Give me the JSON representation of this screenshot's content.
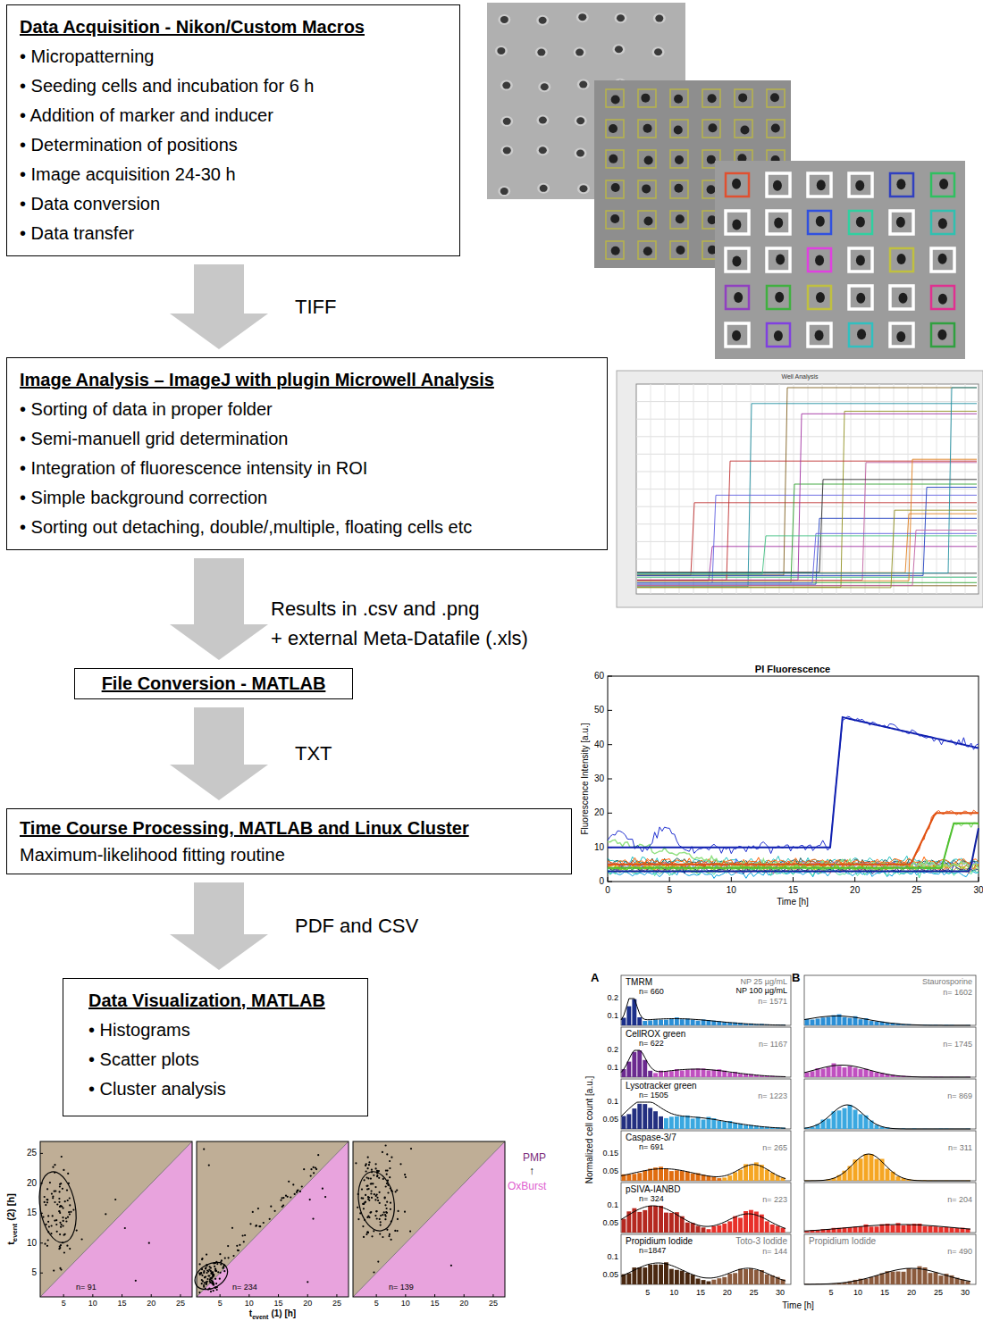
{
  "diagram": {
    "nodes": [
      {
        "text": [
          "Data Acquisition - Nikon/Custom Macros",
          "• Micropatterning",
          "• Seeding cells and incubation for 6 h",
          "• Addition of marker and inducer",
          "• Determination of positions",
          "• Image acquisition 24-30 h",
          "• Data conversion",
          "• Data transfer"
        ]
      },
      {
        "text": [
          "Image Analysis – ImageJ with plugin Microwell Analysis",
          "• Sorting of data in proper folder",
          "• Semi-manuell grid determination",
          "• Integration of fluorescence intensity in ROI",
          "• Simple background correction",
          "• Sorting out detaching, double/,multiple, floating cells etc"
        ]
      },
      {
        "text": [
          "File Conversion - MATLAB"
        ]
      },
      {
        "text": [
          "Time Course Processing, MATLAB and Linux Cluster",
          "Maximum-likelihood fitting routine"
        ]
      },
      {
        "text": [
          "Data Visualization, MATLAB",
          "• Histograms",
          "• Scatter plots",
          "• Cluster analysis"
        ]
      }
    ],
    "edges": [
      {
        "from": 0,
        "to": 1,
        "arrow": "to",
        "label": "TIFF"
      },
      {
        "from": 1,
        "to": 2,
        "arrow": "to",
        "label": "Results in .csv and .png"
      },
      {
        "from": 2,
        "to": 3,
        "arrow": "to",
        "label": "TXT"
      },
      {
        "from": 3,
        "to": 4,
        "arrow": "to",
        "label": "PDF and CSV"
      }
    ],
    "labels": [
      "+ external Meta-Datafile (.xls)",
      "Well Analysis",
      "PI Fluorescence",
      "Fluorescence Intensity [a.u.]",
      "Time [h]",
      "0",
      "10",
      "20",
      "30",
      "40",
      "50",
      "60",
      "0",
      "5",
      "10",
      "15",
      "20",
      "25",
      "30",
      "A",
      "B",
      "TMRM",
      "CellROX green",
      "Lysotracker green",
      "Caspase-3/7",
      "pSIVA-IANBD",
      "Propidium Iodide",
      "Toto-3 Iodide",
      "Propidium Iodide",
      "NP 25 µg/mL",
      "NP 100 µg/mL",
      "Staurosporine",
      "n= 660",
      "n= 622",
      "n= 1505",
      "n= 691",
      "n= 324",
      "n=1847",
      "n= 1571",
      "n= 1167",
      "n= 1223",
      "n= 265",
      "n= 223",
      "n= 144",
      "n= 1602",
      "n= 1745",
      "n= 869",
      "n= 311",
      "n= 204",
      "n= 490",
      "0.2",
      "0.1",
      "0.2",
      "0.1",
      "0.1",
      "0.05",
      "0.15",
      "0.05",
      "0.1",
      "0.05",
      "0.1",
      "0.05",
      "5",
      "10",
      "15",
      "20",
      "25",
      "30",
      "5",
      "10",
      "15",
      "20",
      "25",
      "30",
      "Time [h]",
      "Normalized cell count [a.u.]",
      "t",
      "event",
      "(2) [h]",
      "25",
      "20",
      "15",
      "10",
      "5",
      "5",
      "10",
      "15",
      "20",
      "25",
      "5",
      "10",
      "15",
      "20",
      "25",
      "5",
      "10",
      "15",
      "20",
      "25",
      "n= 91",
      "n= 234",
      "n= 139",
      "t",
      "event",
      "(1) [h]",
      "PMP",
      "↑",
      "OxBurst"
    ]
  }
}
